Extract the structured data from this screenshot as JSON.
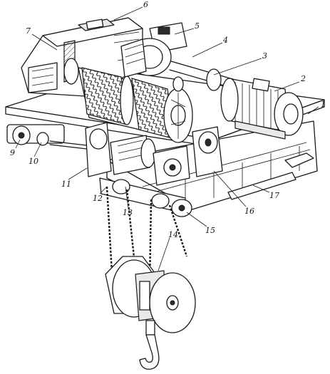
{
  "diagram": {
    "callouts": [
      {
        "id": "c1",
        "label": "1"
      },
      {
        "id": "c2",
        "label": "2"
      },
      {
        "id": "c3",
        "label": "3"
      },
      {
        "id": "c4",
        "label": "4"
      },
      {
        "id": "c5",
        "label": "5"
      },
      {
        "id": "c6",
        "label": "6"
      },
      {
        "id": "c7",
        "label": "7"
      },
      {
        "id": "c9",
        "label": "9"
      },
      {
        "id": "c10",
        "label": "10"
      },
      {
        "id": "c11",
        "label": "11"
      },
      {
        "id": "c12",
        "label": "12"
      },
      {
        "id": "c13",
        "label": "13"
      },
      {
        "id": "c14",
        "label": "14"
      },
      {
        "id": "c15",
        "label": "15"
      },
      {
        "id": "c16",
        "label": "16"
      },
      {
        "id": "c17",
        "label": "17"
      }
    ]
  }
}
